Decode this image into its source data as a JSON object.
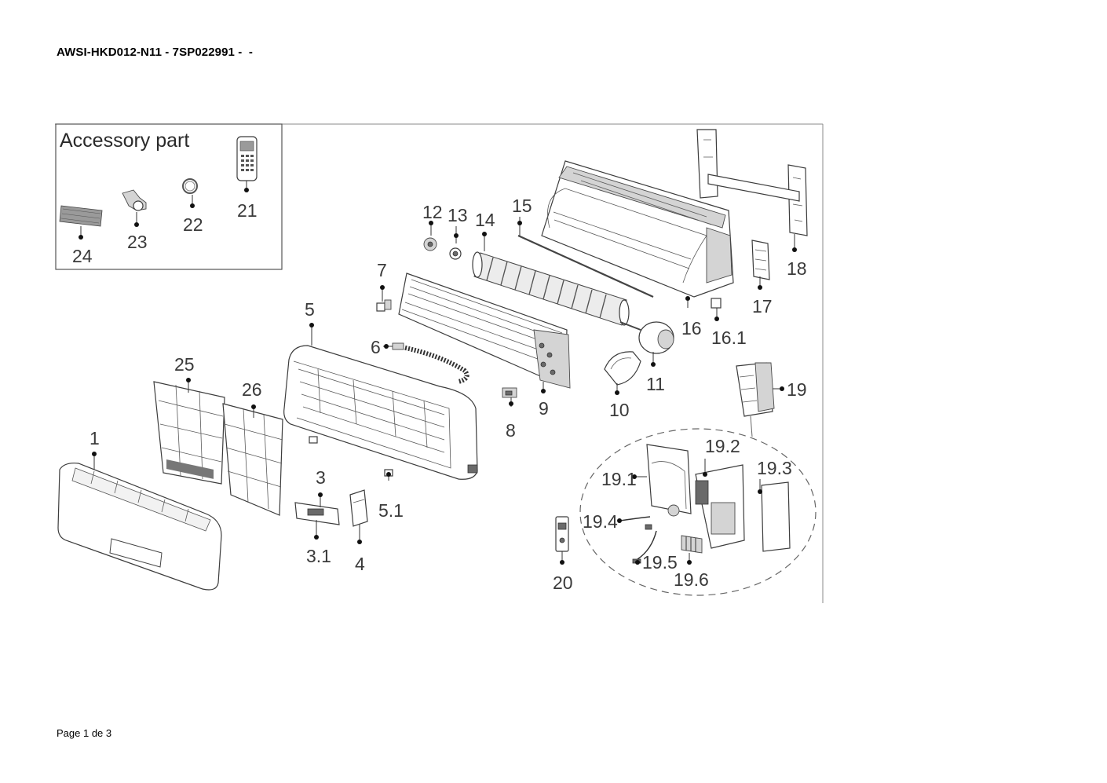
{
  "document": {
    "title": "AWSI-HKD012-N11 - 7SP022991 -  -",
    "page": "Page 1 de 3"
  },
  "diagram": {
    "accessory_box_title": "Accessory part",
    "labels": {
      "l1": "1",
      "l3": "3",
      "l3_1": "3.1",
      "l4": "4",
      "l5": "5",
      "l5_1": "5.1",
      "l6": "6",
      "l7": "7",
      "l8": "8",
      "l9": "9",
      "l10": "10",
      "l11": "11",
      "l12": "12",
      "l13": "13",
      "l14": "14",
      "l15": "15",
      "l16": "16",
      "l16_1": "16.1",
      "l17": "17",
      "l18": "18",
      "l19": "19",
      "l19_1": "19.1",
      "l19_2": "19.2",
      "l19_3": "19.3",
      "l19_4": "19.4",
      "l19_5": "19.5",
      "l19_6": "19.6",
      "l20": "20",
      "l21": "21",
      "l22": "22",
      "l23": "23",
      "l24": "24",
      "l25": "25",
      "l26": "26"
    }
  }
}
